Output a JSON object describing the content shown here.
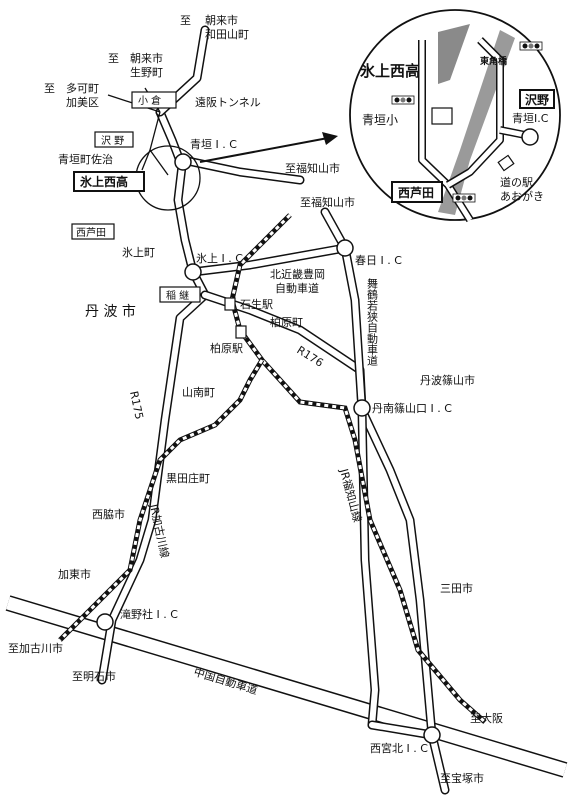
{
  "labels": {
    "asago_wadayama": [
      "至",
      "朝来市",
      "和田山町"
    ],
    "asago_ikuno": [
      "至",
      "朝来市",
      "生野町"
    ],
    "taka": [
      "至",
      "多可町",
      "加美区"
    ],
    "ogura": "小 倉",
    "toosaka": "遠阪トンネル",
    "sawano": "沢 野",
    "aogaki_ic": "青垣 I . C",
    "aogaki_saji": "青垣町佐治",
    "school": "氷上西高",
    "nishiashida": "西芦田",
    "to_fukuchiyama1": "至福知山市",
    "to_fukuchiyama2": "至福知山市",
    "hikami_town": "氷上町",
    "hikami_ic": "氷上 I . C",
    "kasuga_ic": "春日 I . C",
    "kitakinki": [
      "北近畿豊岡",
      "自動車道"
    ],
    "maizuru": "舞鶴若狭自動車道",
    "inatsugi": "稲 継",
    "ishou": "石生駅",
    "tamba_city": "丹 波 市",
    "kaibara_town": "柏原町",
    "kaibara_st": "柏原駅",
    "r176": "R176",
    "sannan": "山南町",
    "tamba_sasayama": "丹波篠山市",
    "sasayama_ic": "丹南篠山口 I . C",
    "r175": "R175",
    "kurodasho": "黒田庄町",
    "jr_fukuchiyama": "JR福知山線",
    "nishiwaki": "西脇市",
    "jr_kakogawa": "JR加古川線",
    "kato": "加東市",
    "sanda": "三田市",
    "takino_ic": "滝野社 I . C",
    "to_kakogawa": "至加古川市",
    "to_akashi": "至明石市",
    "chugoku": "中国自動車道",
    "to_osaka": "至大阪",
    "nishinomiya_ic": "西宮北 I . C",
    "to_takarazuka": "至宝塚市"
  },
  "inset": {
    "title": "氷上西高",
    "higashisumi": "東角橋",
    "sawano": "沢野",
    "aogaki_sho": "青垣小",
    "aogaki_ic": "青垣I.C",
    "nishiashida": "西芦田",
    "michinoeki": [
      "道の駅",
      "あおがき"
    ]
  }
}
